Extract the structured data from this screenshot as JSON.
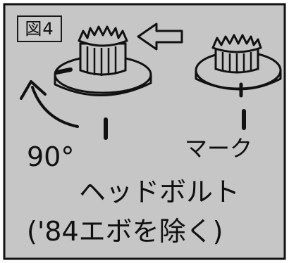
{
  "figure_label": "図4",
  "angle_label": "90°",
  "mark_label": "マーク",
  "caption_line1": "ヘッドボルト",
  "caption_line2": "('84エボを除く)",
  "colors": {
    "background": "#c6c6c6",
    "ink": "#111111",
    "frame": "#ffffff"
  }
}
